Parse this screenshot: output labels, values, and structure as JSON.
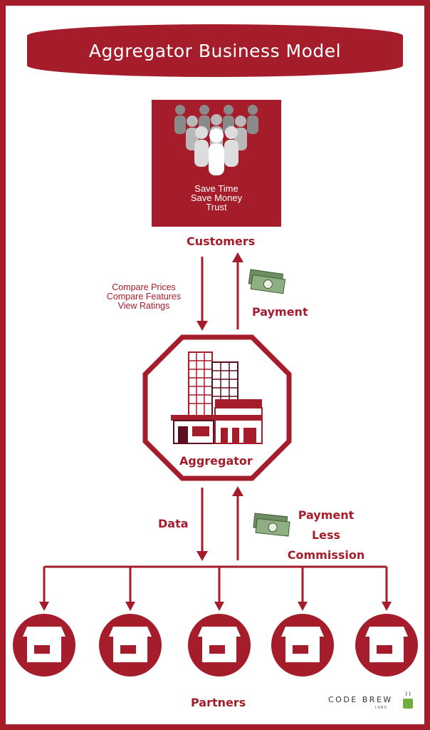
{
  "title": "Aggregator Business Model",
  "customers": {
    "benefits": [
      "Save Time",
      "Save Money",
      "Trust"
    ],
    "label": "Customers"
  },
  "flows": {
    "to_aggregator": [
      "Compare Prices",
      "Compare Features",
      "View Ratings"
    ],
    "payment": "Payment",
    "data": "Data",
    "payment_less_commission": [
      "Payment",
      "Less",
      "Commission"
    ]
  },
  "aggregator_label": "Aggregator",
  "partners_label": "Partners",
  "brand": {
    "name": "CODE BREW",
    "sub": "LABS"
  },
  "colors": {
    "primary": "#a51c2b",
    "dark": "#5a1020",
    "green": "#7a9a6a"
  }
}
